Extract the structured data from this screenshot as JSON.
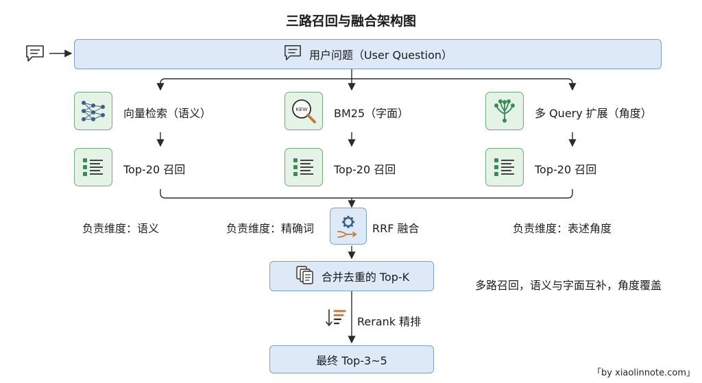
{
  "title": "三路召回与融合架构图",
  "question": {
    "label": "用户问题（User Question）"
  },
  "paths": [
    {
      "name": "向量检索（语义）",
      "recall": "Top-20 召回",
      "dimension": "负责维度：语义",
      "icon": "neural-network-icon"
    },
    {
      "name": "BM25（字面）",
      "recall": "Top-20 召回",
      "dimension": "负责维度：精确词",
      "icon": "keyword-magnifier-icon",
      "icon_text": "KEW"
    },
    {
      "name": "多 Query 扩展（角度）",
      "recall": "Top-20 召回",
      "dimension": "负责维度：表述角度",
      "icon": "branching-tree-icon"
    }
  ],
  "fusion": {
    "label": "RRF 融合"
  },
  "merge": {
    "label": "合并去重的 Top-K"
  },
  "rerank": {
    "label": "Rerank 精排"
  },
  "final": {
    "label": "最终 Top-3~5"
  },
  "note": "多路召回，语义与字面互补，角度覆盖",
  "watermark": "「by xiaolinnote.com」",
  "colors": {
    "blue_fill": "#dde9f6",
    "blue_border": "#7a9fc8",
    "green_fill": "#e4f3e6",
    "green_border": "#6ea779",
    "line": "#2b2b2b"
  }
}
